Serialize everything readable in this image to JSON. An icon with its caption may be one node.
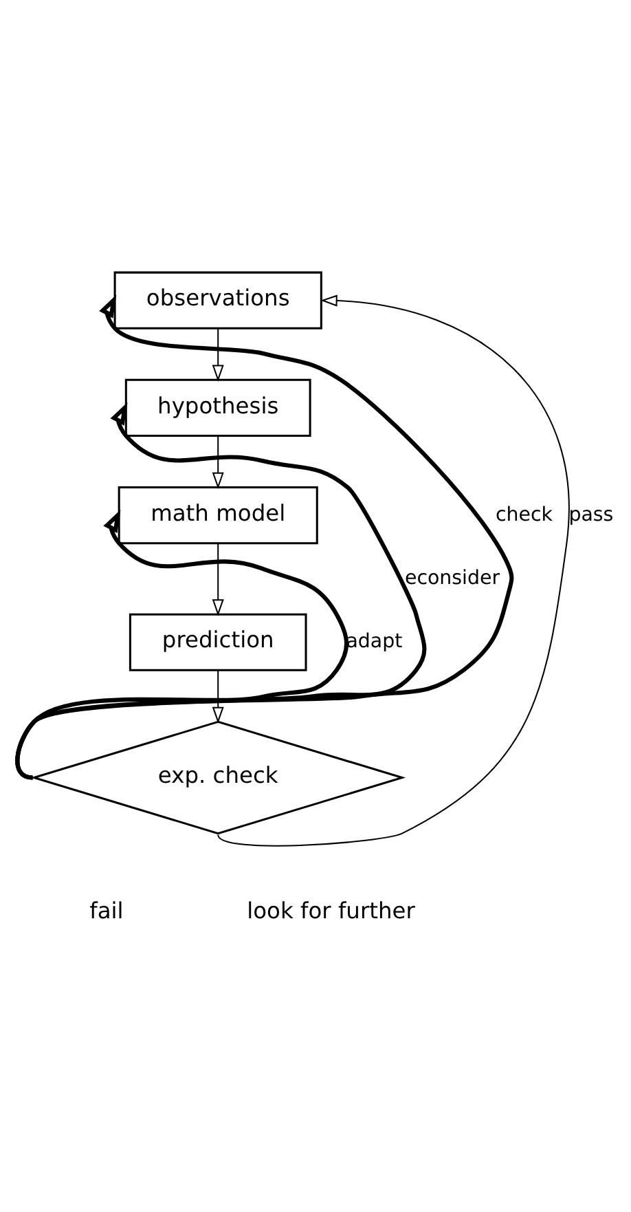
{
  "diagram": {
    "nodes": [
      {
        "text": [
          "observations"
        ]
      },
      {
        "text": [
          "hypothesis"
        ]
      },
      {
        "text": [
          "math model"
        ]
      },
      {
        "text": [
          "prediction"
        ]
      },
      {
        "text": [
          "exp. check"
        ]
      }
    ],
    "edges": [
      {
        "from": 0,
        "to": 1,
        "arrow": "to"
      },
      {
        "from": 1,
        "to": 2,
        "arrow": "to"
      },
      {
        "from": 2,
        "to": 3,
        "arrow": "to"
      },
      {
        "from": 3,
        "to": 4,
        "arrow": "to"
      },
      {
        "from": 4,
        "to": 0,
        "arrow": "to",
        "label": "check",
        "style": "thick"
      },
      {
        "from": 4,
        "to": 1,
        "arrow": "to",
        "label": "econsider",
        "style": "thick"
      },
      {
        "from": 4,
        "to": 2,
        "arrow": "to",
        "label": "adapt",
        "style": "thick"
      },
      {
        "from": 4,
        "to": 0,
        "arrow": "to",
        "label": "pass"
      }
    ],
    "labels": [
      "fail",
      "look for further"
    ]
  }
}
